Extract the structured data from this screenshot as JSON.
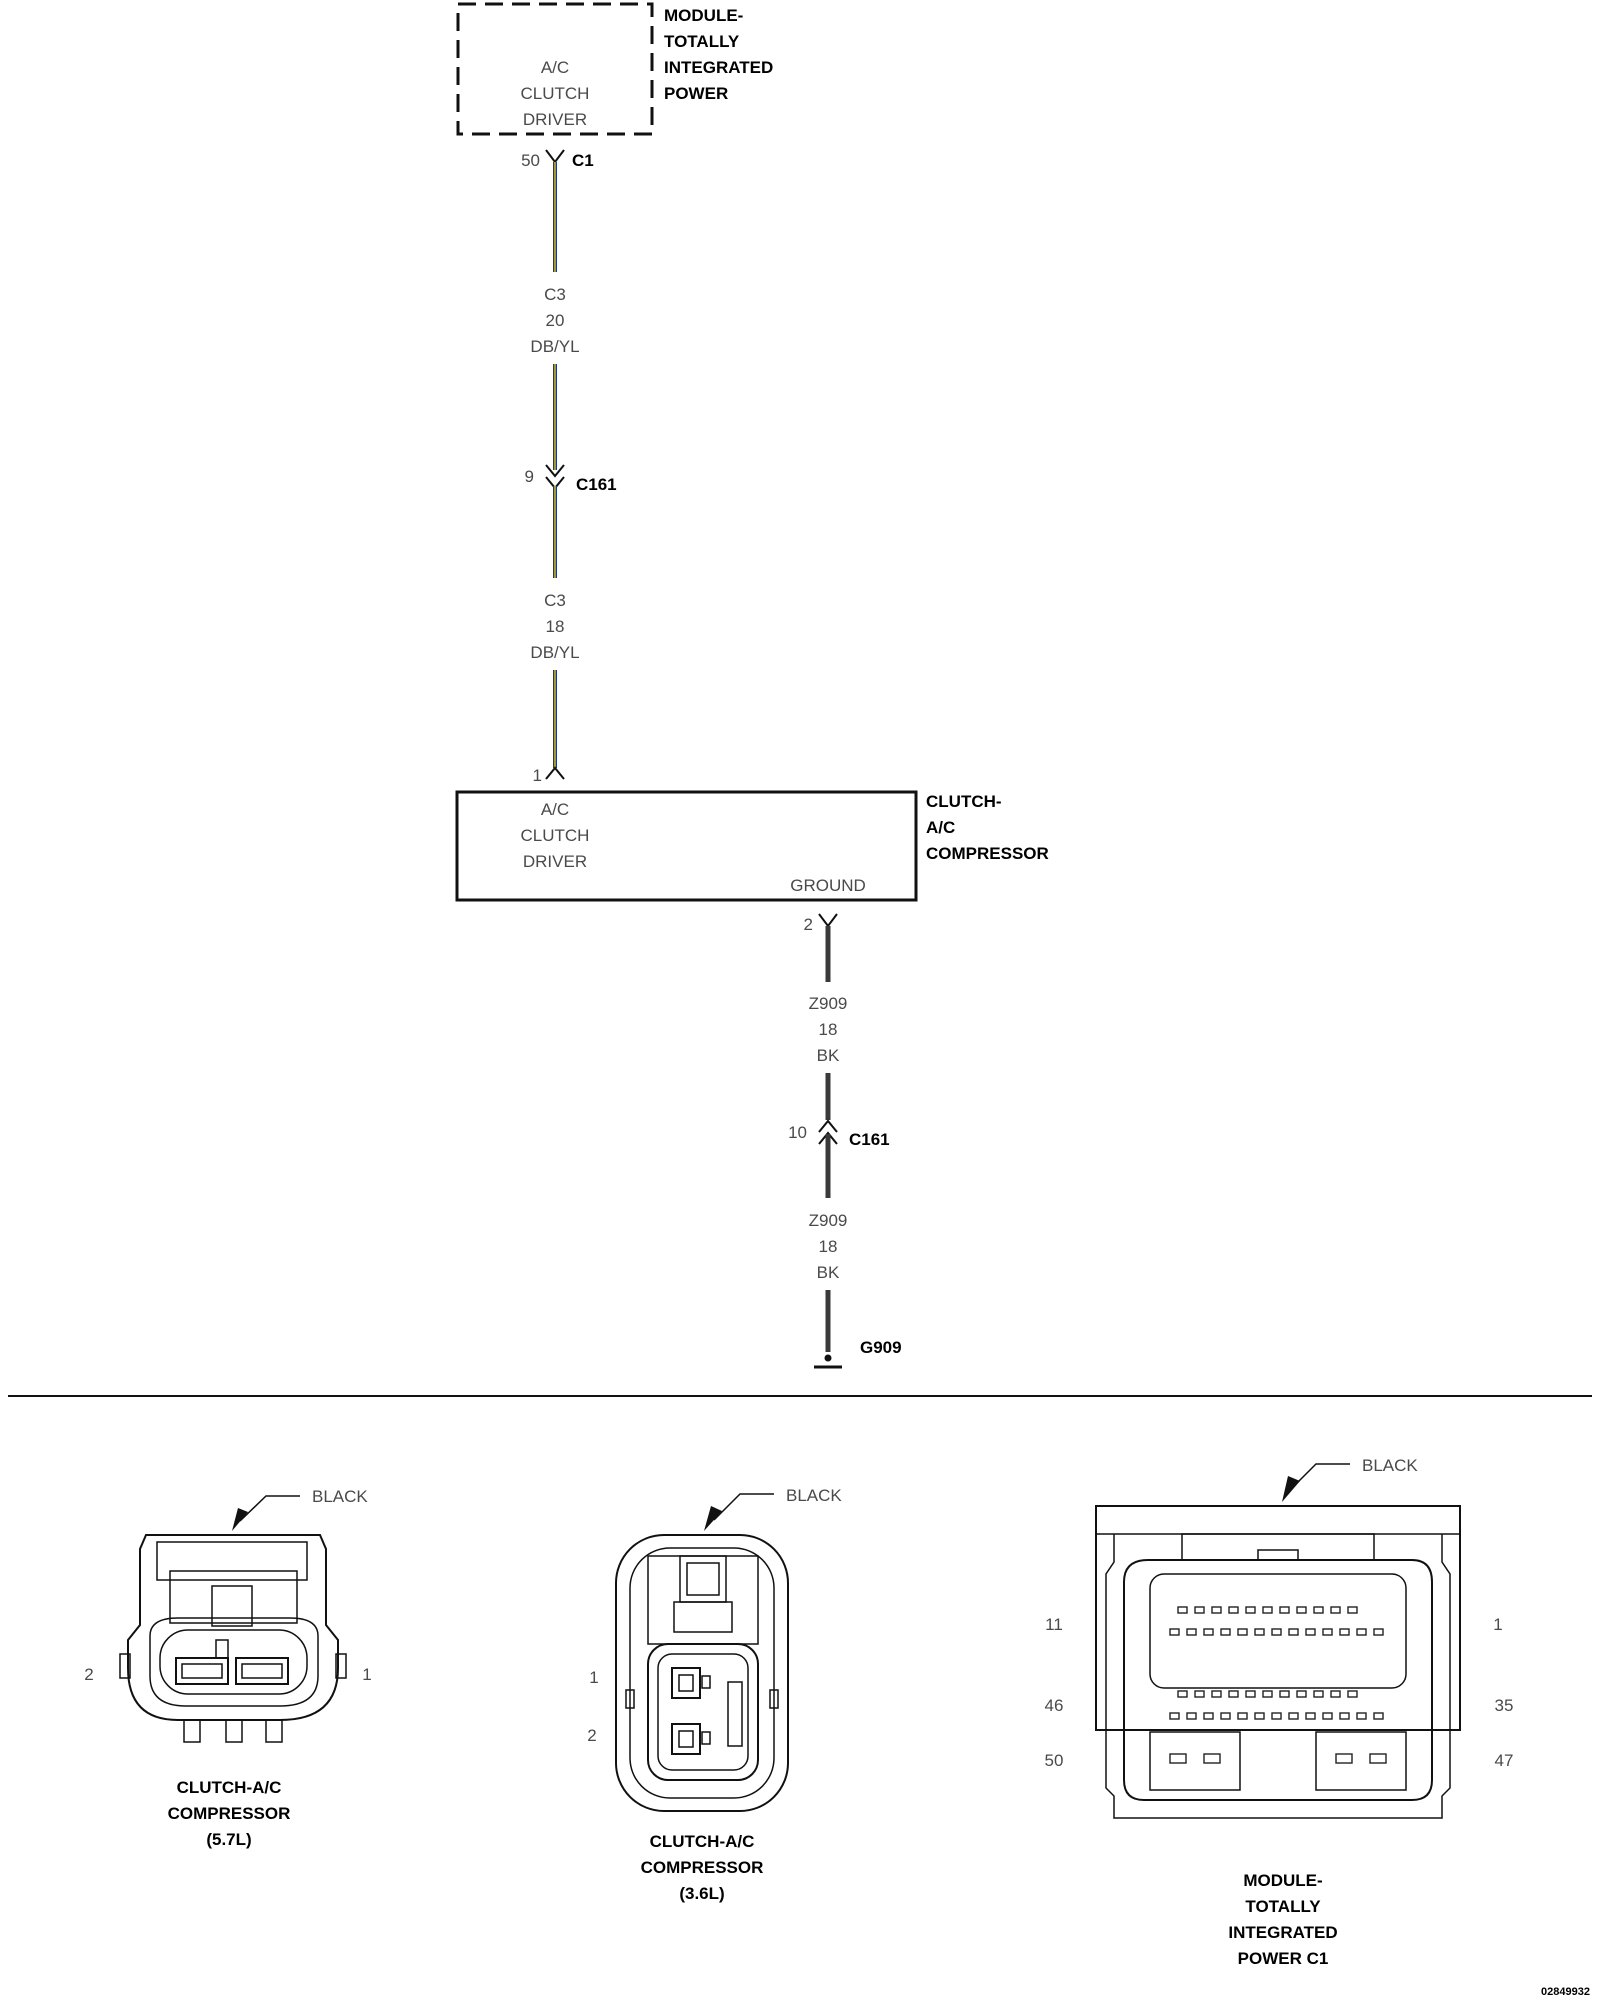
{
  "module_top": {
    "title_lines": [
      "MODULE-",
      "TOTALLY",
      "INTEGRATED",
      "POWER"
    ],
    "inner_lines": [
      "A/C",
      "CLUTCH",
      "DRIVER"
    ],
    "pin": "50",
    "connector": "C1"
  },
  "wire_1": {
    "circuit": "C3",
    "gauge": "20",
    "color": "DB/YL"
  },
  "inline_1": {
    "pin": "9",
    "connector": "C161"
  },
  "wire_2": {
    "circuit": "C3",
    "gauge": "18",
    "color": "DB/YL"
  },
  "compressor": {
    "title_lines": [
      "CLUTCH-",
      "A/C",
      "COMPRESSOR"
    ],
    "inner_lines": [
      "A/C",
      "CLUTCH",
      "DRIVER"
    ],
    "ground_label": "GROUND",
    "pin_in": "1",
    "pin_out": "2"
  },
  "wire_3": {
    "circuit": "Z909",
    "gauge": "18",
    "color": "BK"
  },
  "inline_2": {
    "pin": "10",
    "connector": "C161"
  },
  "wire_4": {
    "circuit": "Z909",
    "gauge": "18",
    "color": "BK"
  },
  "ground": {
    "label": "G909"
  },
  "connector_views": [
    {
      "color": "BLACK",
      "caption_lines": [
        "CLUTCH-A/C",
        "COMPRESSOR",
        "(5.7L)"
      ],
      "pin_left": "2",
      "pin_right": "1"
    },
    {
      "color": "BLACK",
      "caption_lines": [
        "CLUTCH-A/C",
        "COMPRESSOR",
        "(3.6L)"
      ],
      "pin_top": "1",
      "pin_bottom": "2"
    },
    {
      "color": "BLACK",
      "caption_lines": [
        "MODULE-",
        "TOTALLY",
        "INTEGRATED",
        "POWER C1"
      ],
      "pins_left": [
        "11",
        "46",
        "50"
      ],
      "pins_right": [
        "1",
        "35",
        "47"
      ]
    }
  ],
  "figure_id": "02849932",
  "colors": {
    "wire_db": "#1f3a7a",
    "wire_yl": "#d4c21a",
    "wire_bk": "#3a3a3a"
  }
}
